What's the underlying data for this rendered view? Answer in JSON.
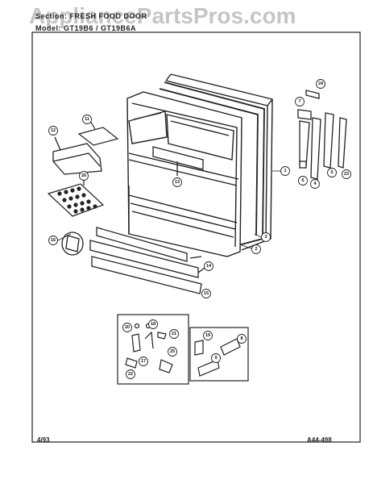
{
  "header": {
    "section": "Section: FRESH FOOD DOOR",
    "model": "Model: GT19B6 / GT19B6A"
  },
  "watermark": "AppliancePartsPros.com",
  "footer": {
    "date": "4/93",
    "code": "A44-498"
  },
  "callouts": {
    "c1": "1",
    "c2": "2",
    "c3": "3",
    "c4": "4",
    "c5": "5",
    "c6": "6",
    "c7": "7",
    "c8": "8",
    "c9": "9",
    "c11": "11",
    "c12": "12",
    "c13": "13",
    "c14": "14",
    "c15": "15",
    "c16": "16",
    "c17": "17",
    "c18": "18",
    "c19": "19",
    "c20": "20",
    "c21": "21",
    "c22": "22",
    "c23": "23",
    "c24": "24",
    "c25": "25",
    "c26": "26"
  }
}
